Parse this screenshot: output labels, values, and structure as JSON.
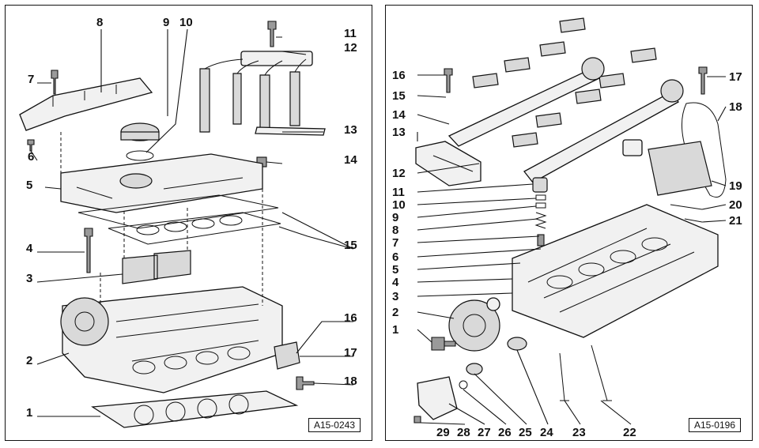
{
  "left_panel": {
    "figure_code": "A15-0243",
    "labels": [
      "1",
      "2",
      "3",
      "4",
      "5",
      "6",
      "7",
      "8",
      "9",
      "10",
      "11",
      "12",
      "13",
      "14",
      "15",
      "16",
      "17",
      "18"
    ]
  },
  "right_panel": {
    "figure_code": "A15-0196",
    "labels": [
      "1",
      "2",
      "3",
      "4",
      "5",
      "6",
      "7",
      "8",
      "9",
      "10",
      "11",
      "12",
      "13",
      "14",
      "15",
      "16",
      "17",
      "18",
      "19",
      "20",
      "21",
      "22",
      "23",
      "24",
      "25",
      "26",
      "27",
      "28",
      "29"
    ]
  }
}
